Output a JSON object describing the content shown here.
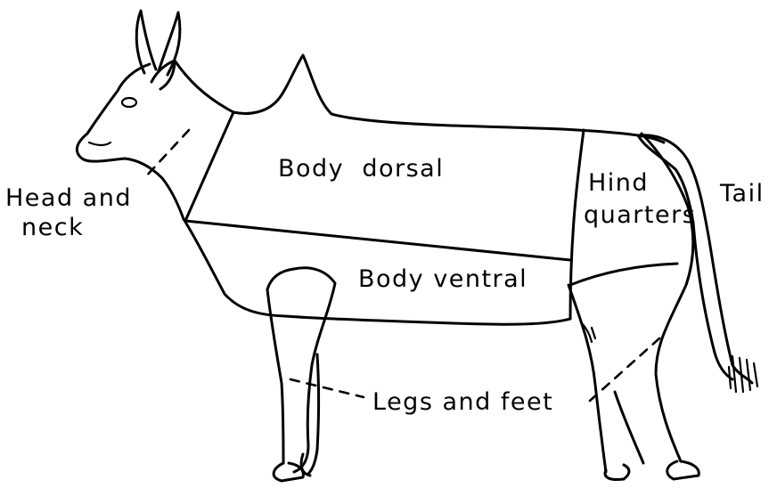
{
  "diagram": {
    "labels": {
      "head_neck_line1": "Head and",
      "head_neck_line2": "neck",
      "body_dorsal": "Body  dorsal",
      "body_ventral": "Body ventral",
      "hind_line1": "Hind",
      "hind_line2": "quarters",
      "tail": "Tail",
      "legs_feet": "Legs and feet"
    },
    "stroke_color": "#000000",
    "background": "#ffffff"
  }
}
